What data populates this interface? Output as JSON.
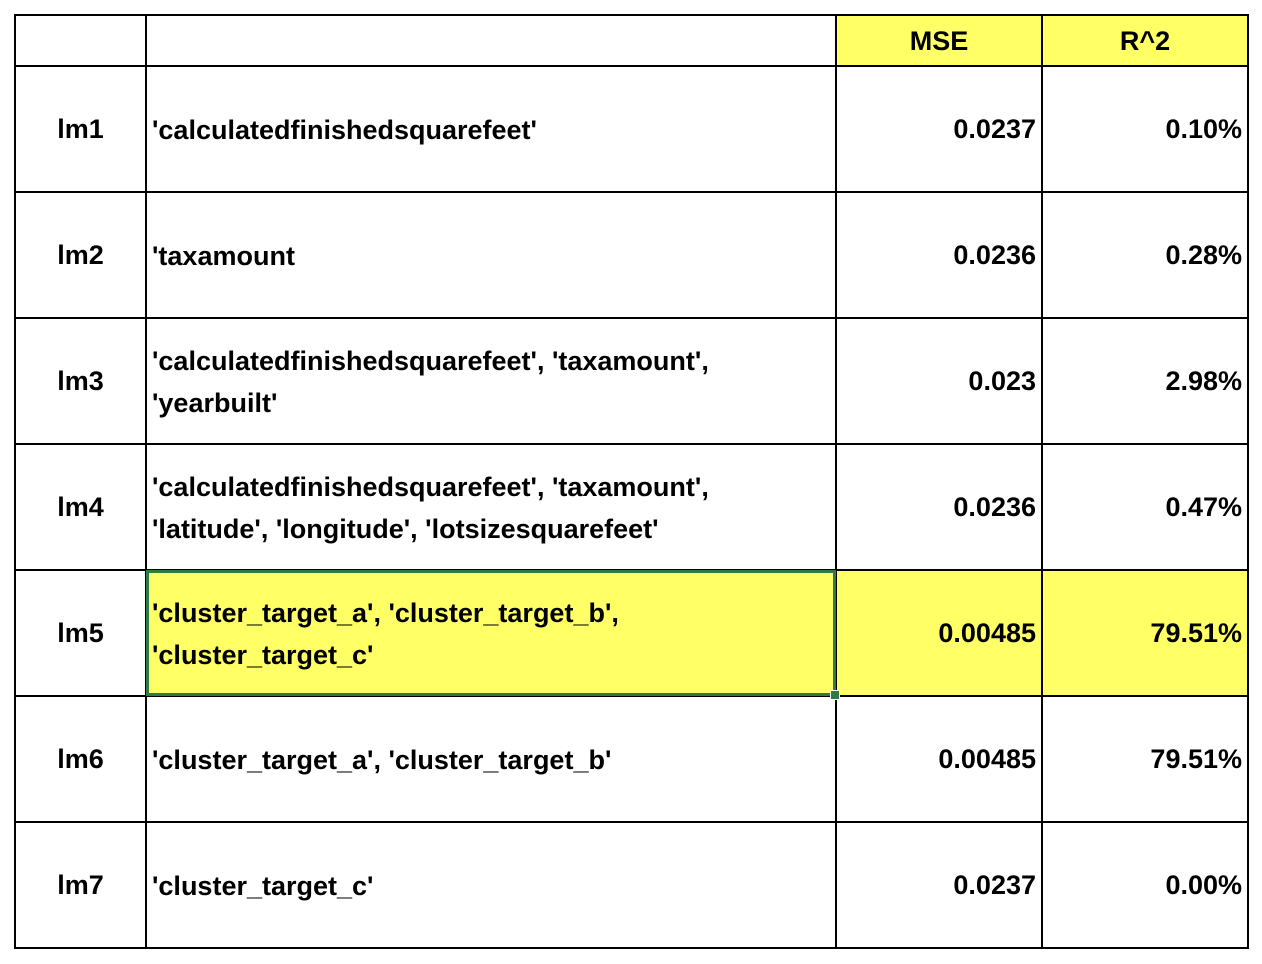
{
  "colors": {
    "highlight": "#ffff66",
    "selection": "#2f7a46",
    "border": "#000000"
  },
  "header": {
    "model": "",
    "features": "",
    "mse": "MSE",
    "r2": "R^2"
  },
  "rows": [
    {
      "model": "lm1",
      "features": "'calculatedfinishedsquarefeet'",
      "mse": "0.0237",
      "r2": "0.10%"
    },
    {
      "model": "lm2",
      "features": "'taxamount",
      "mse": "0.0236",
      "r2": "0.28%"
    },
    {
      "model": "lm3",
      "features": "'calculatedfinishedsquarefeet', 'taxamount', 'yearbuilt'",
      "mse": "0.023",
      "r2": "2.98%"
    },
    {
      "model": "lm4",
      "features": "'calculatedfinishedsquarefeet', 'taxamount', 'latitude', 'longitude', 'lotsizesquarefeet'",
      "mse": "0.0236",
      "r2": "0.47%"
    },
    {
      "model": "lm5",
      "features": "'cluster_target_a', 'cluster_target_b', 'cluster_target_c'",
      "mse": "0.00485",
      "r2": "79.51%"
    },
    {
      "model": "lm6",
      "features": "'cluster_target_a', 'cluster_target_b'",
      "mse": "0.00485",
      "r2": "79.51%"
    },
    {
      "model": "lm7",
      "features": "'cluster_target_c'",
      "mse": "0.0237",
      "r2": "0.00%"
    }
  ]
}
